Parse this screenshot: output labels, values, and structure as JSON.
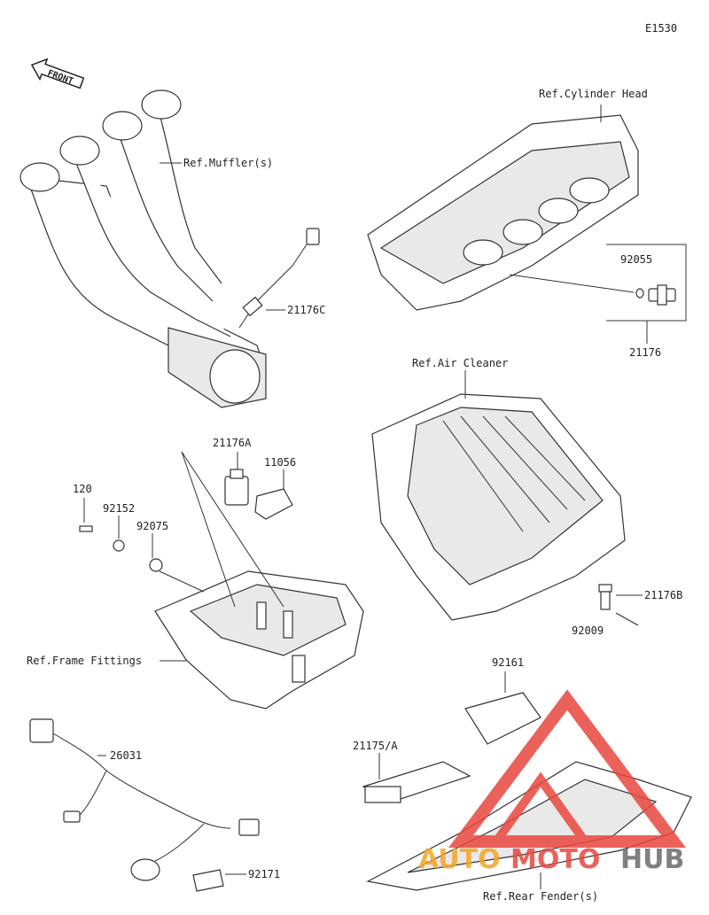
{
  "diagram_code": "E1530",
  "front_label": "FRONT",
  "labels": {
    "ref_cylinder_head": "Ref.Cylinder Head",
    "ref_mufflers": "Ref.Muffler(s)",
    "p21176c": "21176C",
    "p92055": "92055",
    "p21176": "21176",
    "ref_air_cleaner": "Ref.Air Cleaner",
    "p21176a": "21176A",
    "p11056": "11056",
    "p120": "120",
    "p92152": "92152",
    "p92075": "92075",
    "p21176b": "21176B",
    "p92009": "92009",
    "ref_frame_fittings": "Ref.Frame Fittings",
    "p92161": "92161",
    "p26031": "26031",
    "p21175a": "21175/A",
    "p92171": "92171",
    "ref_rear_fenders": "Ref.Rear Fender(s)"
  },
  "watermark": {
    "text_a": "AUTO",
    "text_b": "MOTO",
    "text_c": "HUB",
    "color_red": "#e8473f",
    "color_orange": "#f5a623",
    "color_gray": "#6b6b6b"
  }
}
